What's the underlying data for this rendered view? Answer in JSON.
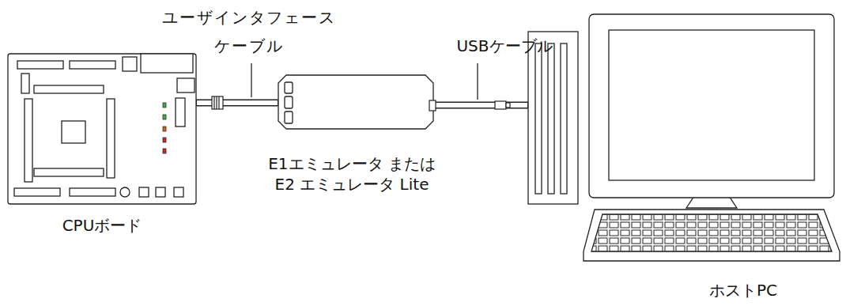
{
  "diagram": {
    "nodes": [
      {
        "text": [
          "CPUボード"
        ]
      },
      {
        "text": [
          "E1エミュレータ または E2 エミュレータ Lite"
        ]
      },
      {
        "text": [
          "ホストPC"
        ]
      }
    ],
    "edges": [
      {
        "from": 0,
        "to": 1,
        "arrow": "none"
      },
      {
        "from": 1,
        "to": 2,
        "arrow": "none"
      }
    ],
    "labels": [
      "ユーザインタフェース ケーブル",
      "USBケーブル"
    ]
  }
}
